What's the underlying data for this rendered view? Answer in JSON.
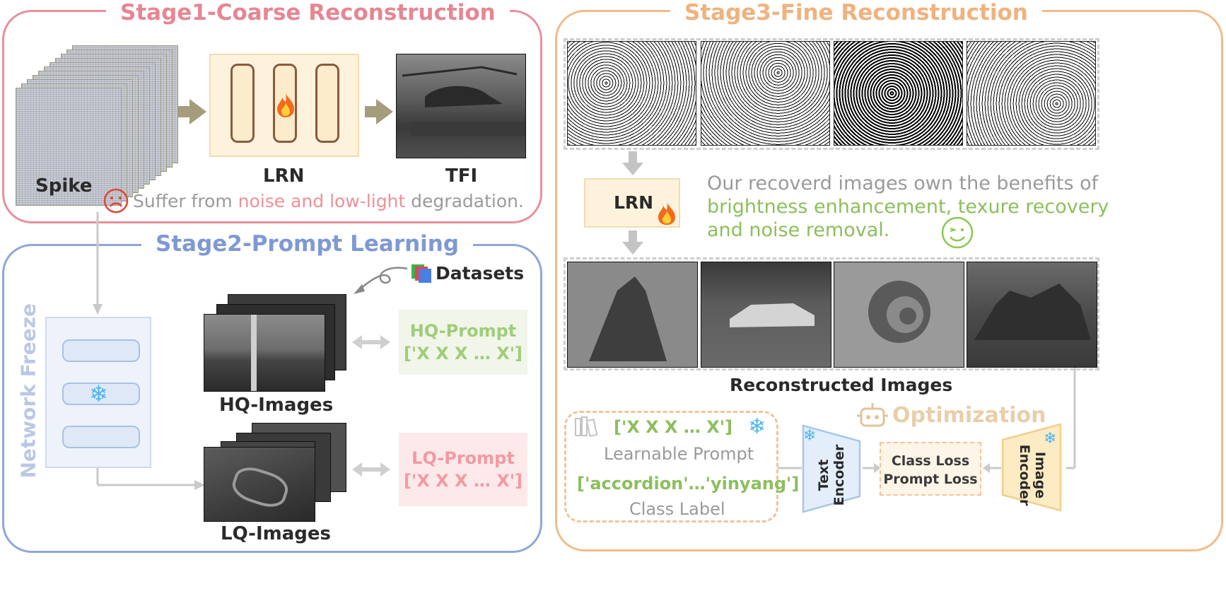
{
  "stage1": {
    "title": "Stage1-Coarse Reconstruction",
    "spike_label": "Spike",
    "lrn_label": "LRN",
    "tfi_label": "TFI",
    "note_prefix": "Suffer from ",
    "note_highlight": "noise and low-light",
    "note_suffix": " degradation."
  },
  "stage2": {
    "title": "Stage2-Prompt Learning",
    "freeze_label": "Network Freeze",
    "datasets_label": "Datasets",
    "hq_images_label": "HQ-Images",
    "lq_images_label": "LQ-Images",
    "hq_prompt_title": "HQ-Prompt",
    "hq_prompt_tokens": "['X X X … X']",
    "lq_prompt_title": "LQ-Prompt",
    "lq_prompt_tokens": "['X X X … X']"
  },
  "stage3": {
    "title": "Stage3-Fine Reconstruction",
    "lrn_label": "LRN",
    "benefit_line1": "Our recoverd images own the benefits of",
    "benefit_line2": "brightness enhancement, texure recovery",
    "benefit_line3": "and noise removal.",
    "reconstructed_label": "Reconstructed Images",
    "optimization_label": "Optimization",
    "learnable_tokens": "['X X X … X']",
    "learnable_prompt_label": "Learnable Prompt",
    "class_tokens": "['accordion'…'yinyang']",
    "class_label_label": "Class Label",
    "text_encoder_label": "Text Encoder",
    "image_encoder_label": "Image Encoder",
    "class_loss_label": "Class Loss",
    "prompt_loss_label": "Prompt Loss"
  },
  "colors": {
    "stage1_border": "#e8909c",
    "stage1_title": "#e58793",
    "stage2_border": "#8fa7d8",
    "stage2_title": "#7e99d4",
    "stage3_border": "#f2bc8a",
    "stage3_title": "#f0b27e",
    "green_text": "#8cbf5c",
    "pink_text": "#ef9098",
    "gray_text": "#9a9a9a"
  },
  "icons": [
    "sad-face-icon",
    "fire-icon",
    "snowflake-icon",
    "books-icon",
    "robot-icon",
    "smile-face-icon"
  ]
}
